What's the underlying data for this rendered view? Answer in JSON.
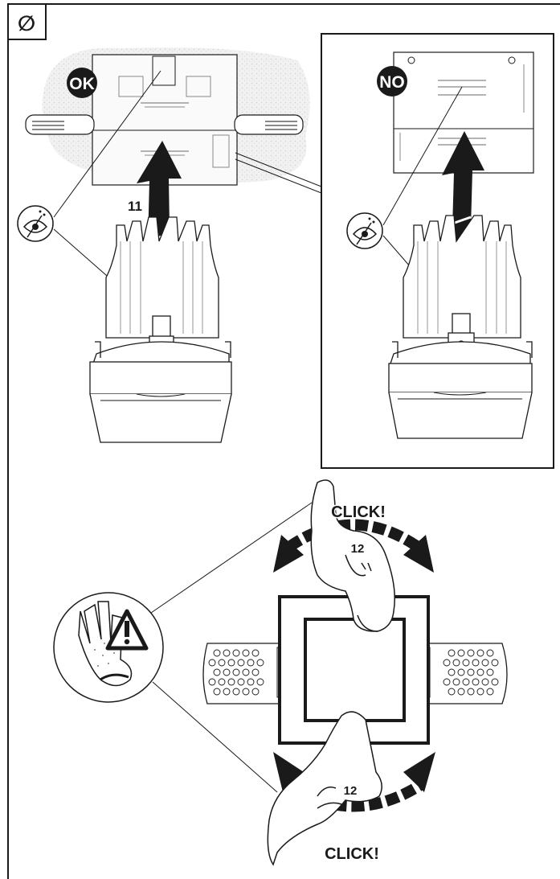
{
  "corner_symbol": "∅",
  "step_top": {
    "ok_badge": "OK",
    "no_badge": "NO",
    "step_number": "11"
  },
  "step_bottom": {
    "click_top": "CLICK!",
    "click_bottom": "CLICK!",
    "step_number_top": "12",
    "step_number_bottom": "12"
  },
  "icons": {
    "eye": "eye-warning-icon",
    "glove": "glove-icon",
    "warning": "warning-triangle-icon"
  },
  "colors": {
    "ink": "#1a1a1a",
    "paper": "#ffffff",
    "speckle": "#e4e4e4"
  }
}
